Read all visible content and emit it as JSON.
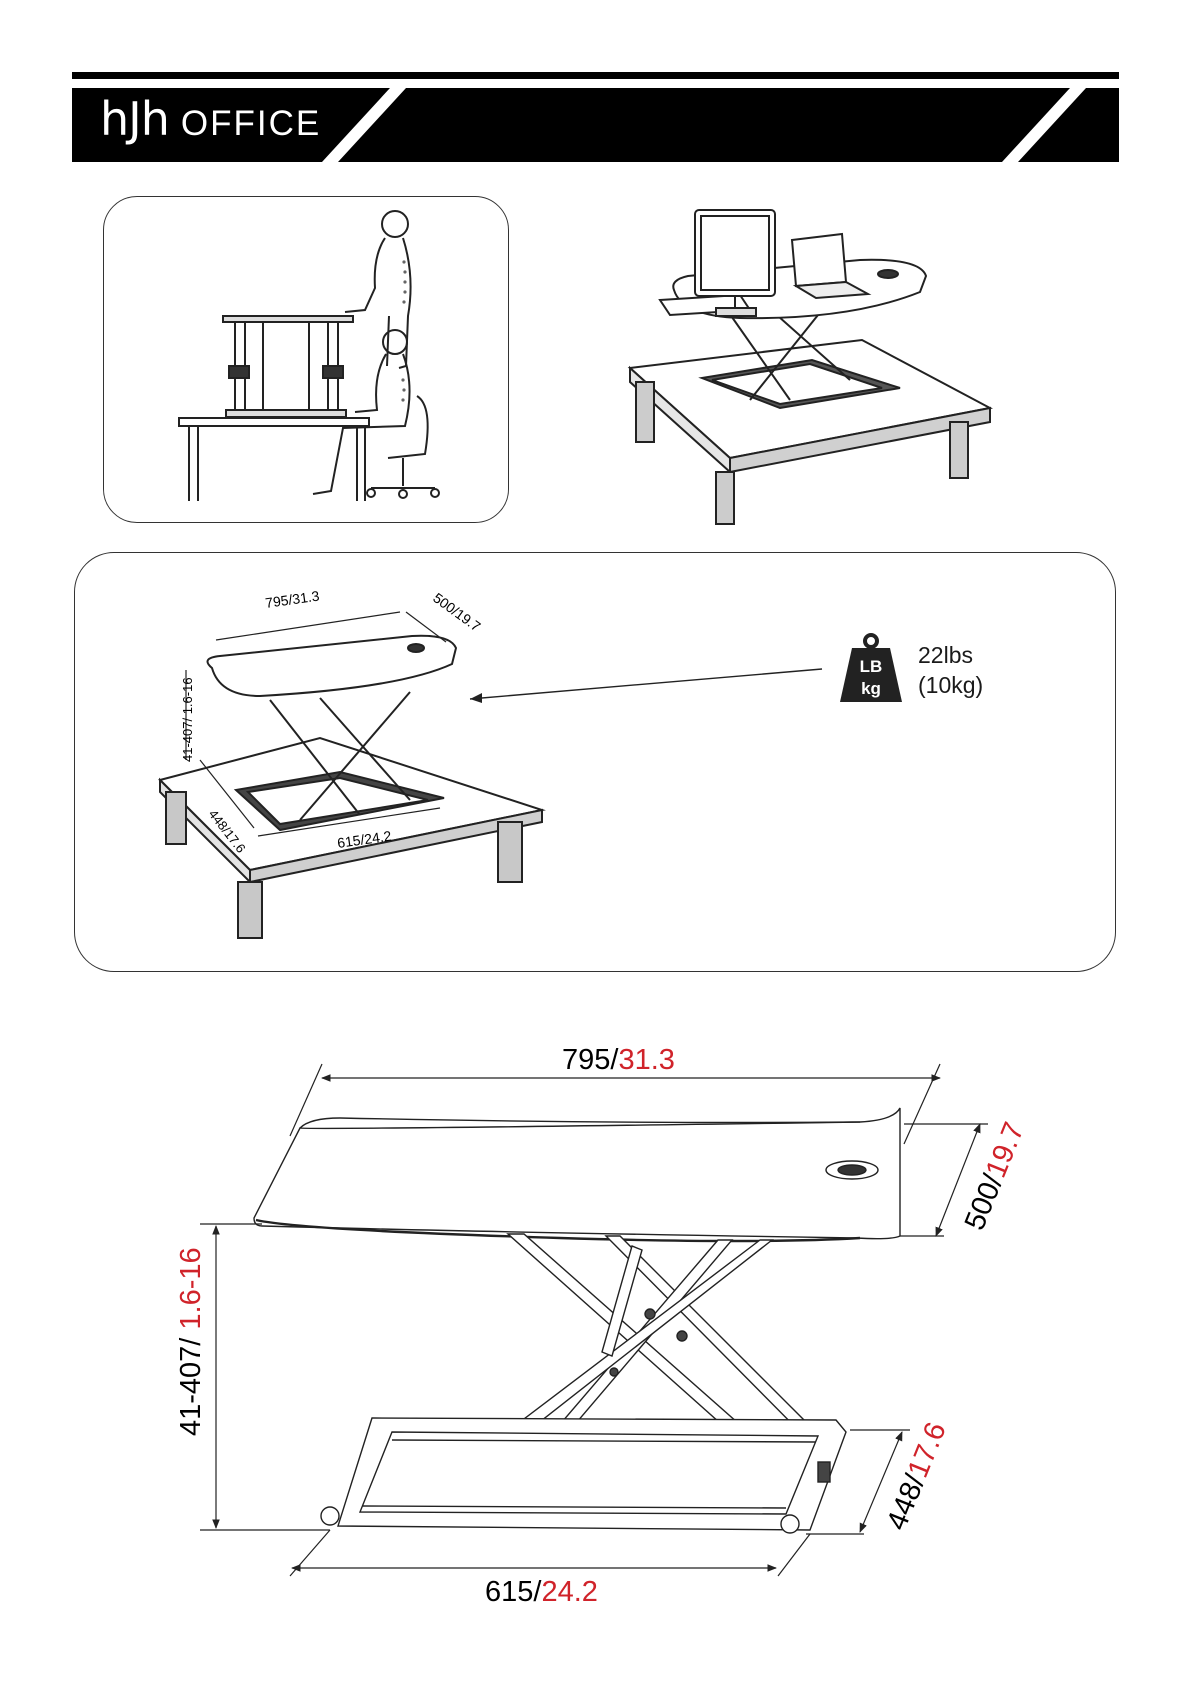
{
  "header": {
    "brand_mark": "hJh",
    "brand_word": "OFFICE"
  },
  "weight": {
    "icon_top": "LB",
    "icon_bottom": "kg",
    "capacity_lbs": "22lbs",
    "capacity_kg": "(10kg)"
  },
  "small_dims": {
    "width": "795/31.3",
    "depth": "500/19.7",
    "height": "41-407/ 1.6-16",
    "base_depth": "448/17.6",
    "base_width": "615/24.2"
  },
  "large_dims": {
    "width_mm": "795/",
    "width_in": "31.3",
    "depth_mm": "500/",
    "depth_in": "19.7",
    "height_mm": "41-407/ ",
    "height_in": "1.6-16",
    "base_depth_mm": "448/",
    "base_depth_in": "17.6",
    "base_width_mm": "615/",
    "base_width_in": "24.2"
  },
  "colors": {
    "accent_red": "#d0232a",
    "banner_black": "#000000"
  }
}
